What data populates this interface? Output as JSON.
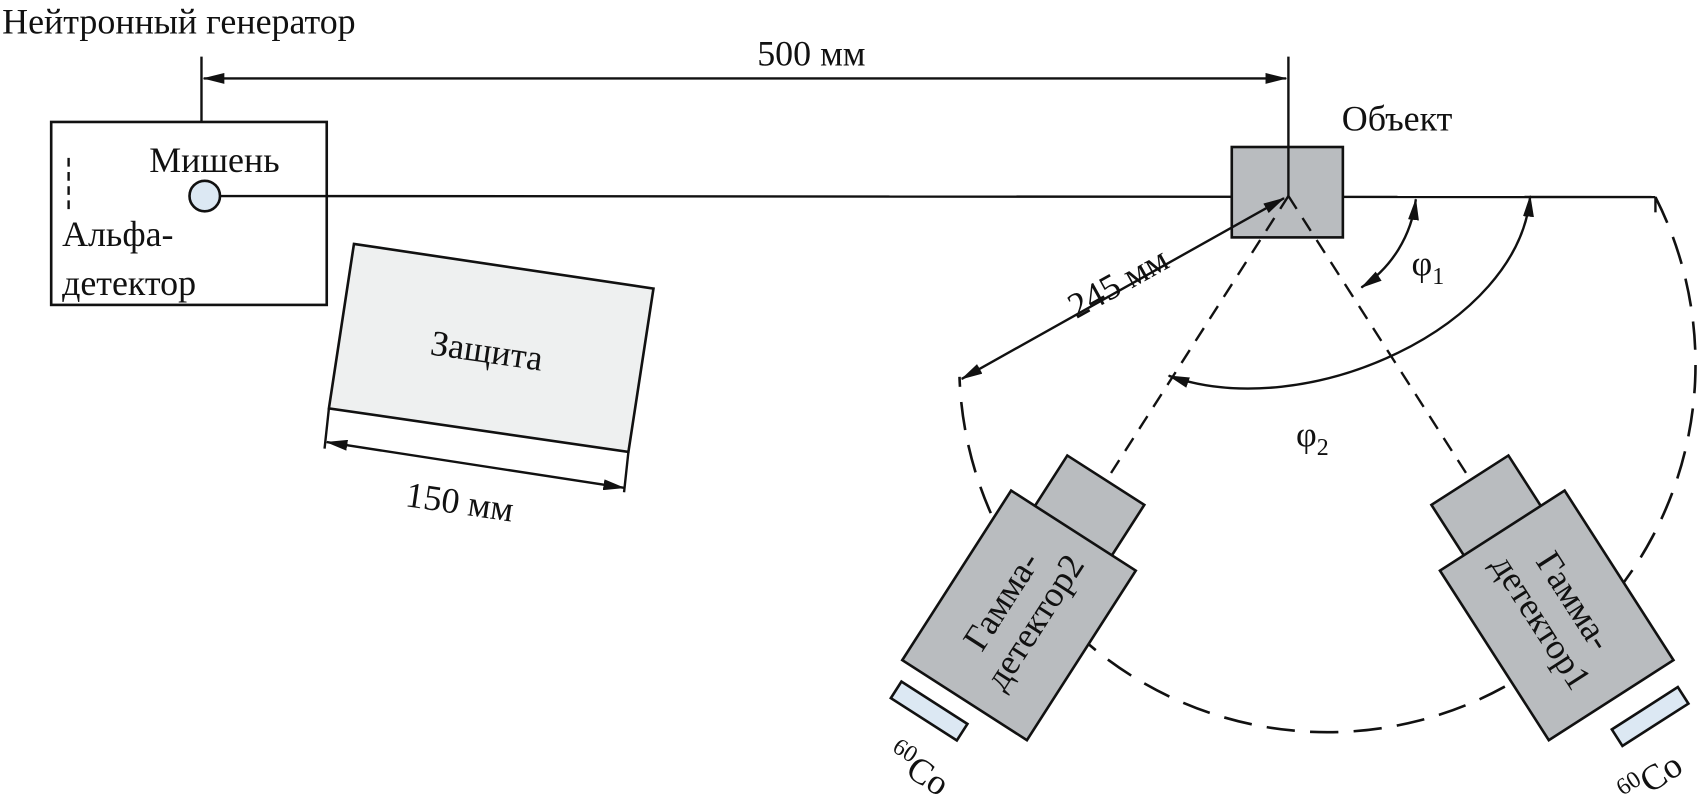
{
  "labels": {
    "generator": "Нейтронный генератор",
    "target": "Мишень",
    "alpha_line1": "Альфа-",
    "alpha_line2": "детектор",
    "shield": "Защита",
    "object": "Объект",
    "dim_500": "500 мм",
    "dim_150": "150 мм",
    "dim_245": "245 мм",
    "phi1": "φ",
    "phi1_sub": "1",
    "phi2": "φ",
    "phi2_sub": "2",
    "gamma1_line1": "Гамма-",
    "gamma1_line2": "детектор1",
    "gamma2_line1": "Гамма-",
    "gamma2_line2": "детектор2",
    "source_mass": "60",
    "source_element": "Co"
  },
  "colors": {
    "detector_fill": "#b9bcbf",
    "object_fill": "#b9bcbf",
    "target_fill": "#dce8f3",
    "source_fill": "#dce8f3",
    "shield_fill": "#eef0f0"
  }
}
